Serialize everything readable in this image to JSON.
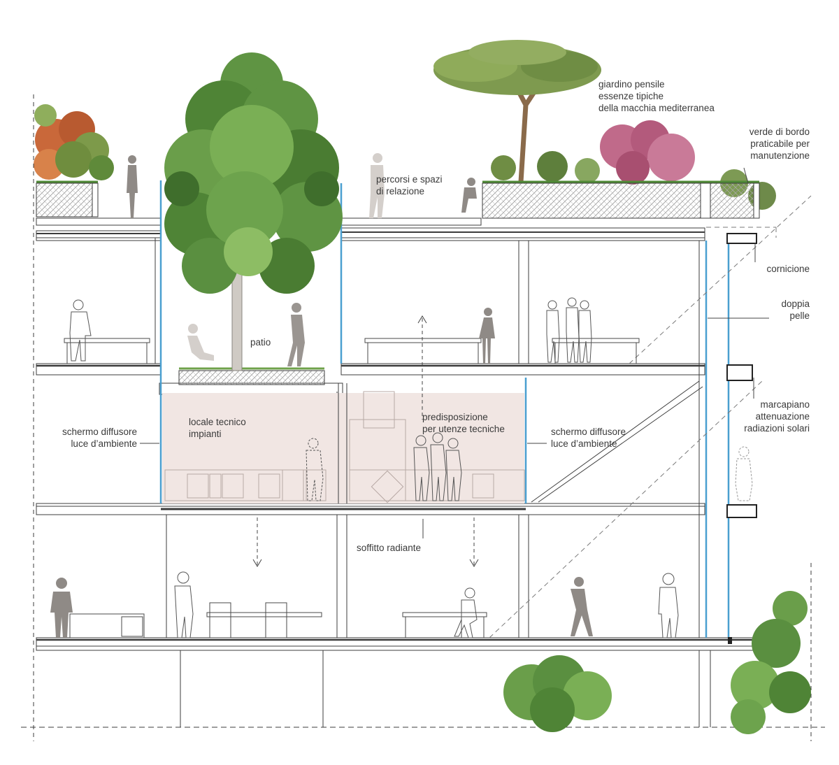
{
  "labels": {
    "giardino": "giardino pensile\nessenze tipiche\ndella macchia mediterranea",
    "verde_bordo": "verde di bordo\npraticabile per\nmanutenzione",
    "percorsi": "percorsi e spazi\ndi relazione",
    "patio": "patio",
    "cornicione": "cornicione",
    "doppia_pelle": "doppia\npelle",
    "locale_tecnico": "locale tecnico\nimpianti",
    "predisposizione": "predisposizione\nper utenze tecniche",
    "schermo_left": "schermo diffusore\nluce d’ambiente",
    "schermo_mid": "schermo diffusore\nluce d’ambiente",
    "marcapiano": "marcapiano\nattenuazione\nradiazioni solari",
    "soffitto": "soffitto radiante"
  },
  "colors": {
    "line": "#3c3c3c",
    "glass": "#4a9fd0",
    "tech_room": "#f1e6e3",
    "figure": "#8f8a86",
    "figure_light": "#cfcac6",
    "tree_dark": "#3f6e2c",
    "tree_mid": "#5f9443",
    "tree_light": "#8dbd64",
    "pine_canopy": "#7e9a4f",
    "pink_tree": "#c06a8a",
    "orange_shrub": "#c9683a",
    "planter_hatch": "#9a9a9a"
  }
}
